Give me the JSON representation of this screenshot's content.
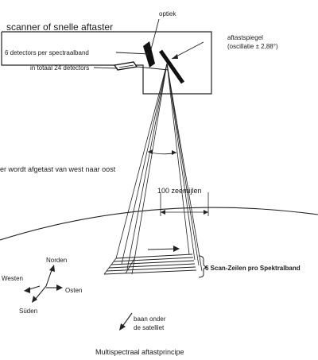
{
  "labels": {
    "scanner": "scanner of snelle aftaster",
    "optiek": "optiek",
    "aftastspiegel": "aftastspiegel",
    "oscillatie": "(oscillatie ± 2,88°)",
    "detectors_per_band": "6 detectors per spectraalband",
    "detectors_total": "in totaal 24 detectors",
    "scan_direction": "er wordt afgetast van west naar oost",
    "swath_width": "100 zeemijlen",
    "norden": "Norden",
    "westen": "Westen",
    "osten": "Osten",
    "sueden": "Süden",
    "scan_lines": "6 Scan-Zeilen pro Spektralband",
    "orbit_line1": "baan onder",
    "orbit_line2": "de satelliet",
    "caption": "Multispectraal aftastprincipe"
  }
}
